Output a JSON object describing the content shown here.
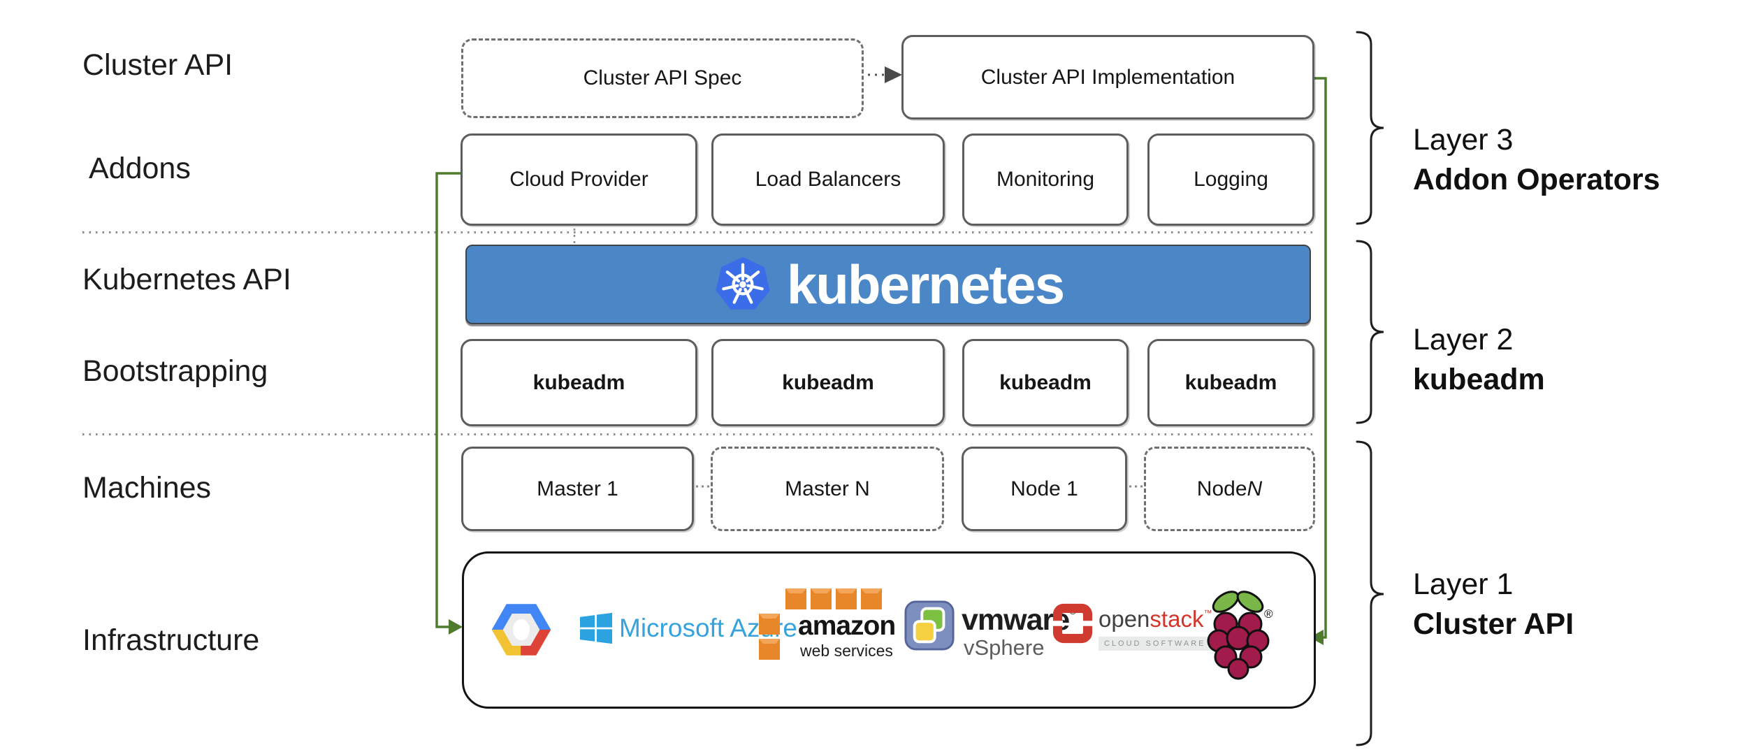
{
  "left_labels": {
    "cluster_api": "Cluster API",
    "addons": "Addons",
    "kubernetes_api": "Kubernetes API",
    "bootstrapping": "Bootstrapping",
    "machines": "Machines",
    "infrastructure": "Infrastructure"
  },
  "top_row": {
    "spec": "Cluster API Spec",
    "implementation": "Cluster API Implementation"
  },
  "addons_row": {
    "cloud_provider": "Cloud Provider",
    "load_balancers": "Load Balancers",
    "monitoring": "Monitoring",
    "logging": "Logging"
  },
  "banner": {
    "wordmark": "kubernetes"
  },
  "kubeadm_row": [
    "kubeadm",
    "kubeadm",
    "kubeadm",
    "kubeadm"
  ],
  "machines_row": {
    "master_1": "Master 1",
    "master_n": "Master N",
    "node_1": "Node 1",
    "node_n_prefix": "Node ",
    "node_n_var": "N"
  },
  "infra": {
    "azure_label": "Microsoft Azure",
    "aws_title": "amazon",
    "aws_subtitle": "web services",
    "vmware_title": "vmware",
    "vmware_reg": "®",
    "vmware_subtitle": "vSphere",
    "openstack_open": "open",
    "openstack_stack": "stack",
    "openstack_tm": "™",
    "openstack_subtitle": "CLOUD SOFTWARE",
    "rpi_reg": "®"
  },
  "layer_annotations": [
    {
      "title": "Layer 3",
      "subtitle": "Addon Operators"
    },
    {
      "title": "Layer 2",
      "subtitle": "kubeadm"
    },
    {
      "title": "Layer 1",
      "subtitle": "Cluster API"
    }
  ],
  "icons": {
    "kubernetes_logo": "kubernetes-helm-wheel-heptagon",
    "gcp": "google-cloud-hexagon",
    "azure": "microsoft-window",
    "aws": "aws-orange-cubes",
    "vmware": "vsphere-layered-squares",
    "openstack": "openstack-red-ring",
    "raspberry_pi": "raspberry-with-leaves"
  },
  "colors": {
    "banner_blue": "#4b86c6",
    "k8s_logo_blue": "#3b6de8",
    "accent_green": "#4e7c2c",
    "azure_blue": "#36a3dd",
    "aws_orange": "#e8872a",
    "openstack_red": "#d2362a",
    "raspberry_crimson": "#a21c4b",
    "leaf_green": "#7ab648",
    "border_gray": "#5d5d5d"
  }
}
